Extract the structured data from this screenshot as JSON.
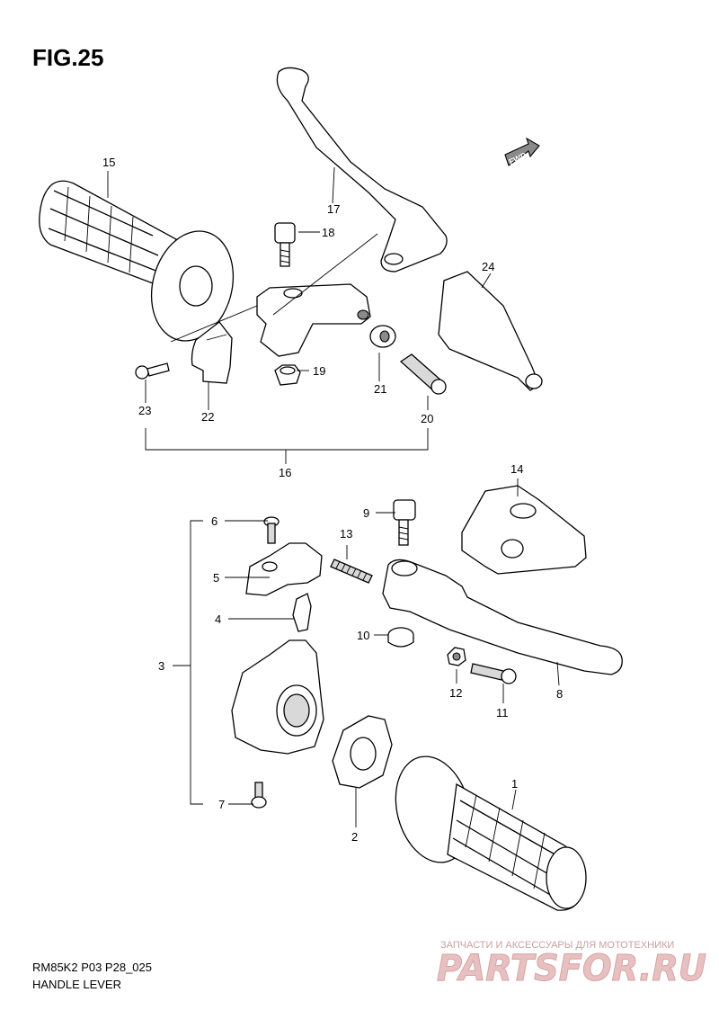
{
  "figure": {
    "title": "FIG.25",
    "code": "RM85K2 P03 P28_025",
    "name": "HANDLE LEVER"
  },
  "fwd_badge": "FWD",
  "callouts": [
    "1",
    "2",
    "3",
    "4",
    "5",
    "6",
    "7",
    "8",
    "9",
    "10",
    "11",
    "12",
    "13",
    "14",
    "15",
    "16",
    "17",
    "18",
    "19",
    "20",
    "21",
    "22",
    "23",
    "24"
  ],
  "watermark": {
    "line1": "ЗАПЧАСТИ И АКСЕССУАРЫ ДЛЯ МОТОТЕХНИКИ",
    "brand": "PARTSFOR.RU"
  }
}
